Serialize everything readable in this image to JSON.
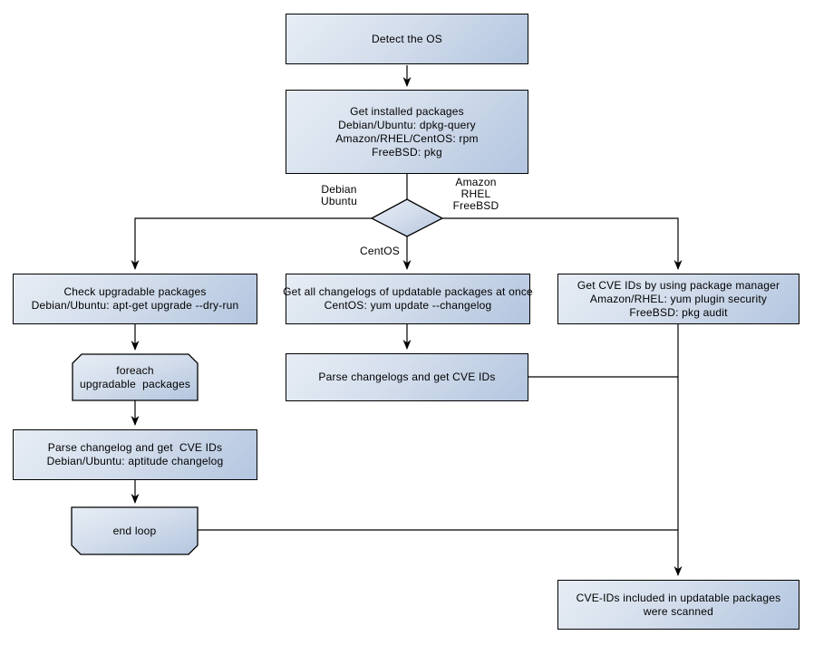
{
  "diagram": {
    "title": "OS package vulnerability scan flowchart",
    "colors": {
      "node_fill_light": "#e7edf5",
      "node_fill_dark": "#b3c5df",
      "stroke": "#000000",
      "background": "#ffffff"
    },
    "nodes": {
      "detect_os": {
        "text": "Detect the OS"
      },
      "get_installed_packages": {
        "text": "Get installed packages\nDebian/Ubuntu: dpkg-query\nAmazon/RHEL/CentOS: rpm\nFreeBSD: pkg"
      },
      "check_upgradable": {
        "text": "Check upgradable packages\nDebian/Ubuntu: apt-get upgrade --dry-run"
      },
      "foreach_loop": {
        "text": "foreach\nupgradable  packages"
      },
      "parse_changelog_left": {
        "text": "Parse changelog and get  CVE IDs\nDebian/Ubuntu: aptitude changelog"
      },
      "end_loop": {
        "text": "end loop"
      },
      "get_all_changelogs": {
        "text": "Get all changelogs of updatable packages at once\nCentOS: yum update --changelog"
      },
      "parse_changelogs_mid": {
        "text": "Parse changelogs and get CVE IDs"
      },
      "get_cve_ids": {
        "text": "Get CVE IDs by using package manager\nAmazon/RHEL: yum plugin security\nFreeBSD: pkg audit"
      },
      "scanned_result": {
        "text": "CVE-IDs included in updatable packages\nwere scanned"
      }
    },
    "edge_labels": {
      "debian_ubuntu": "Debian\nUbuntu",
      "amazon_rhel_freebsd": "Amazon\nRHEL\nFreeBSD",
      "centos": "CentOS"
    }
  }
}
